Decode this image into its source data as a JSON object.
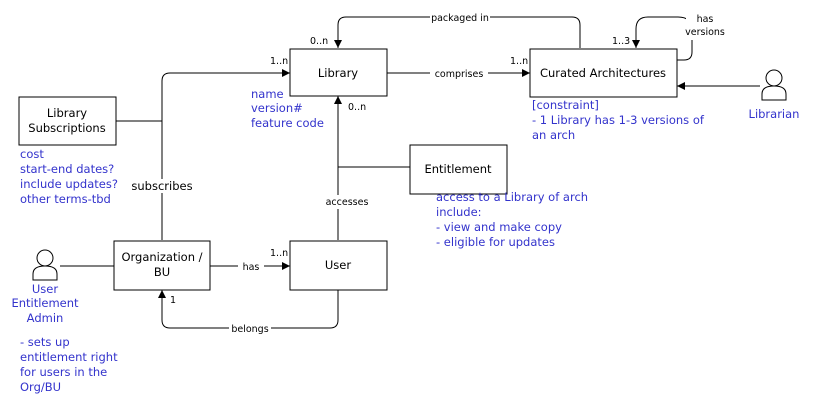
{
  "colors": {
    "line": "#000000",
    "note": "#3333cc",
    "box_fill": "#ffffff"
  },
  "entities": {
    "library": "Library",
    "curated": "Curated Architectures",
    "subscriptions": [
      "Library",
      "Subscriptions"
    ],
    "entitlement": "Entitlement",
    "org": [
      "Organization /",
      "BU"
    ],
    "user": "User"
  },
  "actors": {
    "librarian": "Librarian",
    "admin": [
      "User",
      "Entitlement",
      "Admin"
    ]
  },
  "edges": {
    "packaged_in": "packaged in",
    "has_versions": [
      "has",
      "versions"
    ],
    "comprises": "comprises",
    "subscribes": "subscribes",
    "accesses": "accesses",
    "has": "has",
    "belongs": "belongs"
  },
  "multiplicities": {
    "lib_top": "0..n",
    "lib_left": "1..n",
    "lib_bottom": "0..n",
    "curated_left": "1..n",
    "curated_top": "1..3",
    "user_left": "1..n",
    "org_bottom": "1"
  },
  "notes": {
    "library": [
      "name",
      "version#",
      "feature code"
    ],
    "curated": [
      "[constraint]",
      "- 1 Library has 1-3 versions of",
      "an arch"
    ],
    "subscriptions": [
      "cost",
      "start-end dates?",
      "include updates?",
      "other terms-tbd"
    ],
    "entitlement": [
      "access to a Library of arch",
      "include:",
      "- view and make copy",
      "- eligible for updates"
    ],
    "admin": [
      "- sets up",
      "entitlement right",
      "for users in the",
      "Org/BU"
    ]
  }
}
